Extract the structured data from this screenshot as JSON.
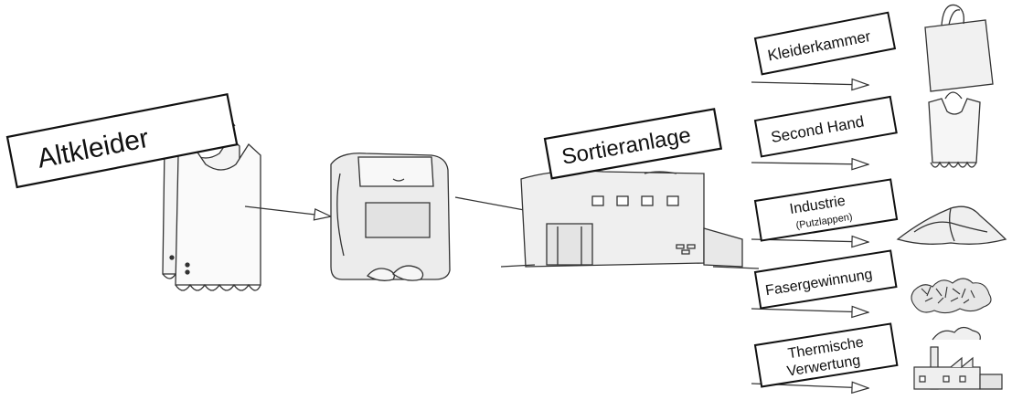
{
  "start_label": "Altkleider",
  "facility_label": "Sortieranlage",
  "destinations": [
    {
      "id": "kleiderkammer",
      "line1": "Kleiderkammer",
      "line2": "",
      "icon": "shopping-bag-icon"
    },
    {
      "id": "second-hand",
      "line1": "Second Hand",
      "line2": "",
      "icon": "top-on-hanger-icon"
    },
    {
      "id": "industrie",
      "line1": "Industrie",
      "line2": "(Putzlappen)",
      "icon": "cloth-pile-icon"
    },
    {
      "id": "fasergewinnung",
      "line1": "Fasergewinnung",
      "line2": "",
      "icon": "fiber-shreds-icon"
    },
    {
      "id": "thermische-verwertung",
      "line1": "Thermische",
      "line2": "Verwertung",
      "icon": "factory-chimney-icon"
    }
  ],
  "colors": {
    "ink": "#111111",
    "line": "#444444",
    "fill_light": "#f2f2f2",
    "fill_mid": "#dcdcdc"
  }
}
